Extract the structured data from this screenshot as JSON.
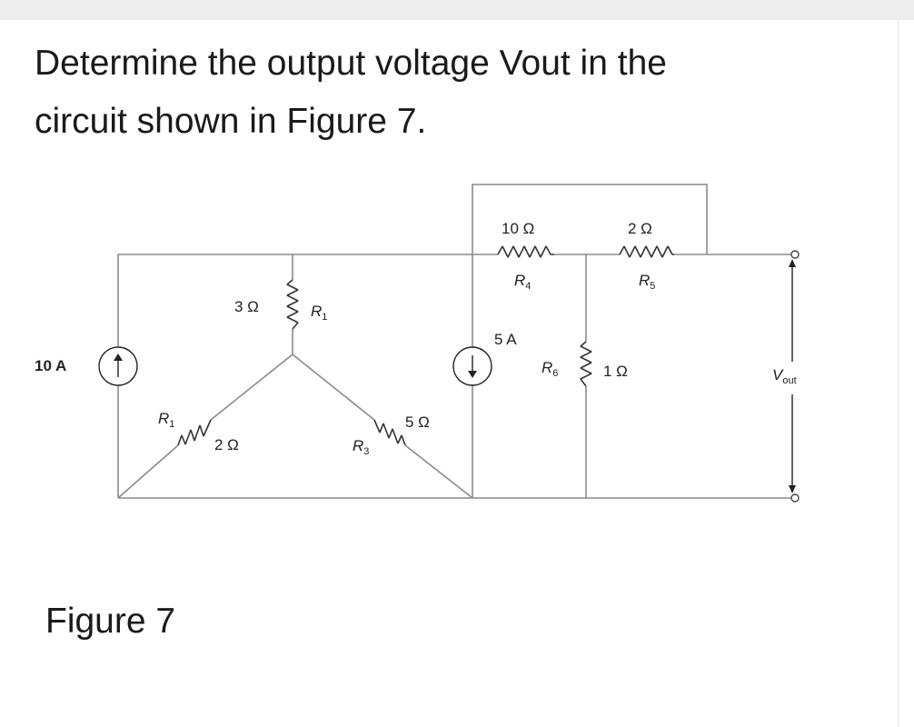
{
  "question": {
    "line1": "Determine the output voltage Vout in the",
    "line2": "circuit shown in Figure 7."
  },
  "figure_caption": "Figure 7",
  "circuit": {
    "current_source_left": {
      "label": "10 A",
      "direction": "up"
    },
    "current_source_middle": {
      "label": "5 A",
      "direction": "down"
    },
    "r_top_left": {
      "value": "3 Ω",
      "name": "R",
      "subscript": "1"
    },
    "r_bottom_left": {
      "value": "2 Ω",
      "name": "R",
      "subscript": "1"
    },
    "r_bottom_right": {
      "value": "5 Ω",
      "name": "R",
      "subscript": "3"
    },
    "r4": {
      "value": "10 Ω",
      "name": "R",
      "subscript": "4"
    },
    "r5": {
      "value": "2 Ω",
      "name": "R",
      "subscript": "5"
    },
    "r6": {
      "value": "1 Ω",
      "name": "R",
      "subscript": "6"
    },
    "output": {
      "name": "V",
      "subscript": "out"
    }
  }
}
